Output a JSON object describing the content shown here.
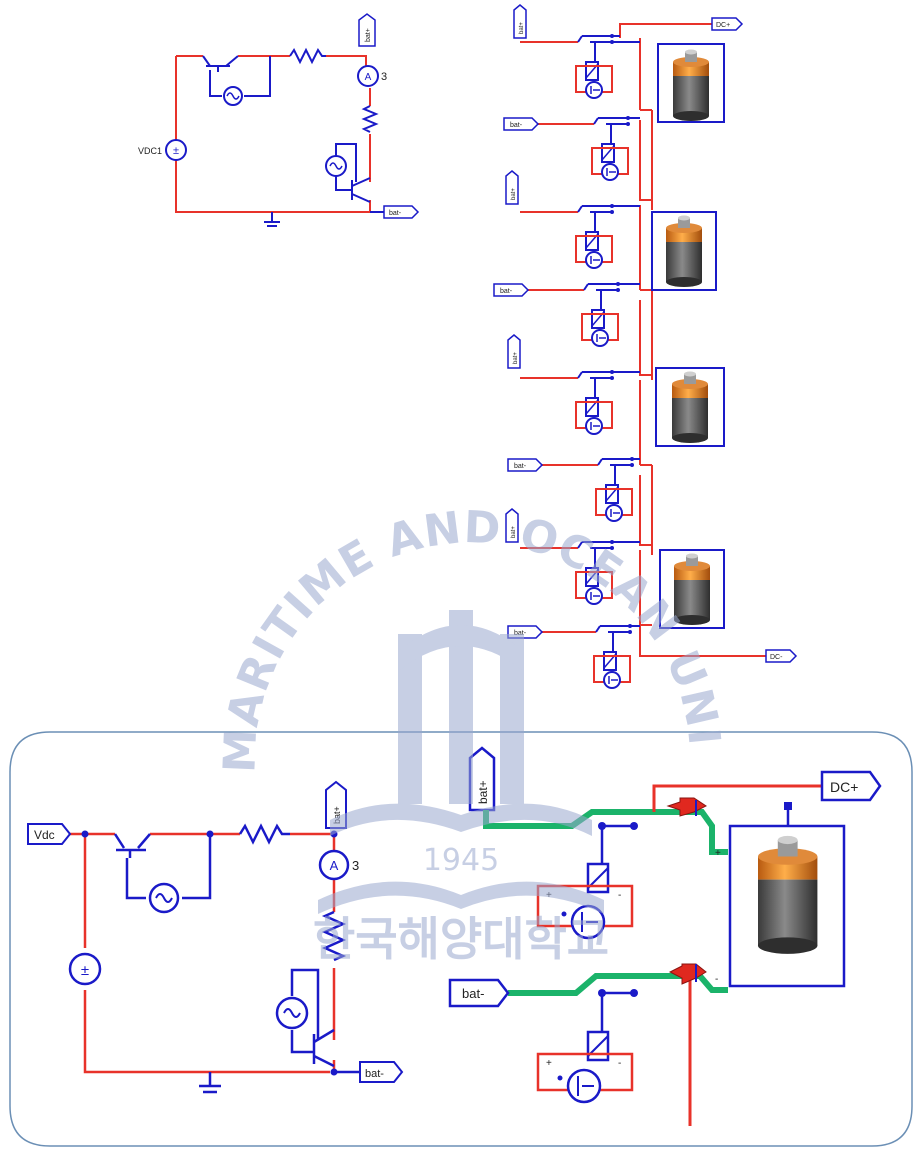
{
  "colors": {
    "wire_red": "#e8322a",
    "wire_blue": "#1a1ac8",
    "wire_green": "#1bb36a",
    "frame_blue": "#1a1ac8",
    "callout_frame": "#6b8fb5",
    "watermark": "#9aa8cf",
    "battery_orange": "#e87a1a",
    "battery_gray": "#555555",
    "arrow_red": "#e0281f"
  },
  "top_left_circuit": {
    "source_label": "VDC1",
    "ammeter_number": "3",
    "port_bat_plus": "bat+",
    "port_bat_minus": "bat-"
  },
  "battery_string": {
    "port_dc_plus": "DC+",
    "port_dc_minus": "DC-",
    "switch_ports": [
      "bat+",
      "bat-",
      "bat+",
      "bat-",
      "bat+",
      "bat-",
      "bat+",
      "bat-"
    ],
    "battery_count": 4
  },
  "detail": {
    "source_port": "Vdc",
    "ammeter_number": "3",
    "port_bat_plus": "bat+",
    "port_bat_minus": "bat-",
    "dc_plus": "DC+",
    "bat_minus_port": "bat-"
  },
  "watermark": {
    "arc_text": "KOREA MARITIME AND OCEAN UNIVERSITY",
    "year": "1945",
    "korean": "한국해양대학교"
  }
}
